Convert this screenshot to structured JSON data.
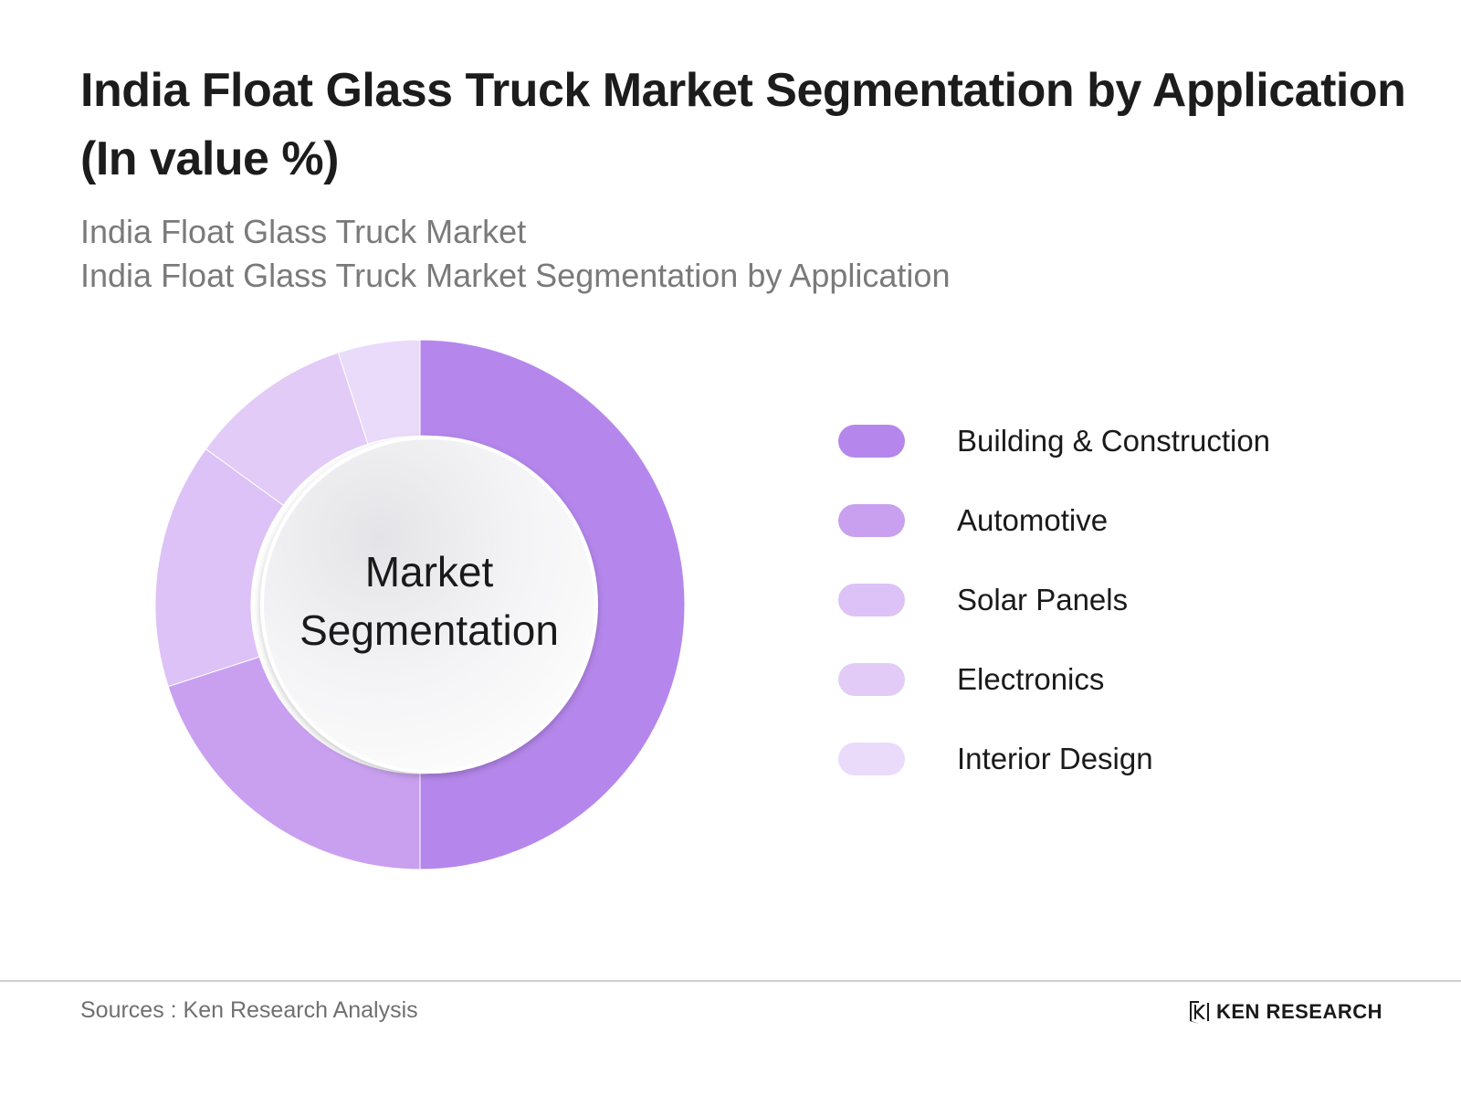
{
  "header": {
    "title": "India Float Glass Truck Market Segmentation by Application (In value %)",
    "subtitle_1": "India Float Glass Truck Market",
    "subtitle_2": "India Float Glass Truck Market Segmentation by Application"
  },
  "chart_data": {
    "type": "pie",
    "variant": "donut",
    "center_label_lines": [
      "Market",
      "Segmentation"
    ],
    "categories": [
      "Building & Construction",
      "Automotive",
      "Solar Panels",
      "Electronics",
      "Interior Design"
    ],
    "values": [
      50,
      20,
      15,
      10,
      5
    ],
    "colors": [
      "#b587ec",
      "#c9a0f0",
      "#dcc2f6",
      "#e2cbf7",
      "#eadbfa"
    ],
    "legend_position": "right"
  },
  "footer": {
    "source": "Sources : Ken Research Analysis",
    "brand_mark": "K",
    "brand_name": "KEN RESEARCH"
  }
}
